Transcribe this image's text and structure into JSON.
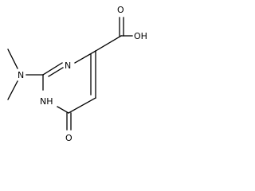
{
  "molecule": {
    "atom_labels": {
      "ring_n_top": "N",
      "ring_nh": "NH",
      "amine_n": "N",
      "carbonyl_o": "O",
      "acid_oh": "OH",
      "acid_o": "O"
    }
  },
  "colors": {
    "background": "#ffffff",
    "ink": "#000000"
  }
}
